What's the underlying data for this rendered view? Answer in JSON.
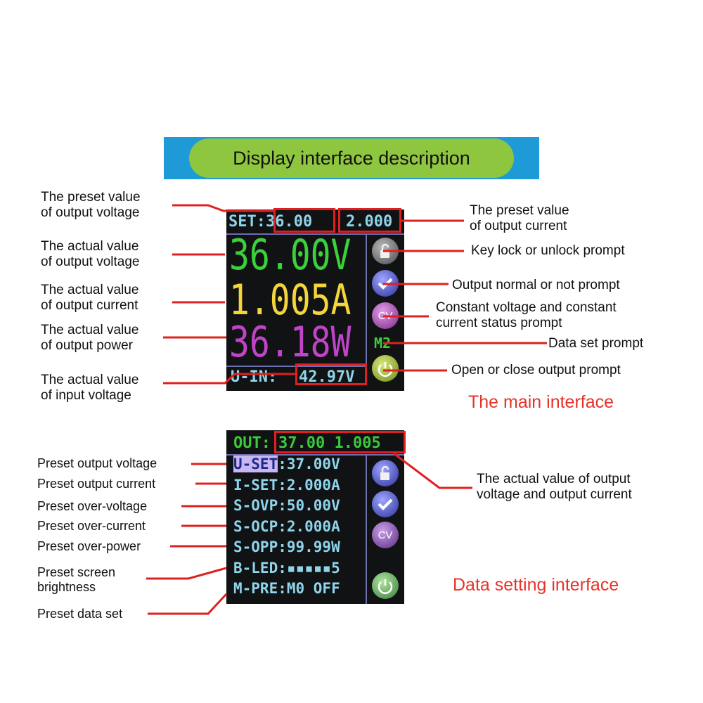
{
  "header": {
    "title": "Display interface description"
  },
  "main_interface": {
    "title": "The main interface",
    "screen": {
      "set_prefix": "SET:",
      "set_voltage": "36.00",
      "set_current": "2.000",
      "voltage": "36.00V",
      "current": "1.005A",
      "power": "36.18W",
      "uin_label": "U-IN:",
      "uin_value": "42.97V",
      "mode": "CV",
      "data_set": "M2"
    },
    "labels": {
      "preset_voltage": [
        "The preset value",
        "of output voltage"
      ],
      "actual_voltage": [
        "The actual value",
        "of output voltage"
      ],
      "actual_current": [
        "The actual value",
        "of output current"
      ],
      "actual_power": [
        "The actual value",
        "of output power"
      ],
      "input_voltage": [
        "The actual value",
        "of input voltage"
      ],
      "preset_current": [
        "The preset value",
        "of output current"
      ],
      "key_lock": "Key lock or unlock prompt",
      "output_normal": "Output normal or not prompt",
      "cv_cc": [
        "Constant voltage and constant",
        "current status prompt"
      ],
      "data_set": "Data set prompt",
      "open_close": "Open or close output prompt"
    }
  },
  "setting_interface": {
    "title": "Data setting interface",
    "screen": {
      "out_label": "OUT:",
      "out_values": "37.00 1.005",
      "rows": [
        {
          "key": "U-SET",
          "value": ":37.00V"
        },
        {
          "key": "I-SET",
          "value": ":2.000A"
        },
        {
          "key": "S-OVP",
          "value": ":50.00V"
        },
        {
          "key": "S-OCP",
          "value": ":2.000A"
        },
        {
          "key": "S-OPP",
          "value": ":99.99W"
        },
        {
          "key": "B-LED",
          "value": ":▪▪▪▪▪5"
        },
        {
          "key": "M-PRE",
          "value": ":M0 OFF"
        }
      ],
      "mode": "CV"
    },
    "labels": {
      "preset_output_voltage": "Preset output voltage",
      "preset_output_current": "Preset output current",
      "preset_over_voltage": "Preset over-voltage",
      "preset_over_current": "Preset over-current",
      "preset_over_power": "Preset over-power",
      "preset_brightness": [
        "Preset screen",
        "brightness"
      ],
      "preset_data_set": "Preset data set",
      "actual_out": [
        "The actual value of output",
        "voltage and output current"
      ]
    }
  },
  "colors": {
    "annotation_line": "#e02020",
    "lcd_label": "#8fd4ea",
    "voltage": "#3bd13b",
    "current": "#f5d63a",
    "power": "#c044c8",
    "out_green": "#3cc83c",
    "highlight": "#c9b6f2"
  }
}
